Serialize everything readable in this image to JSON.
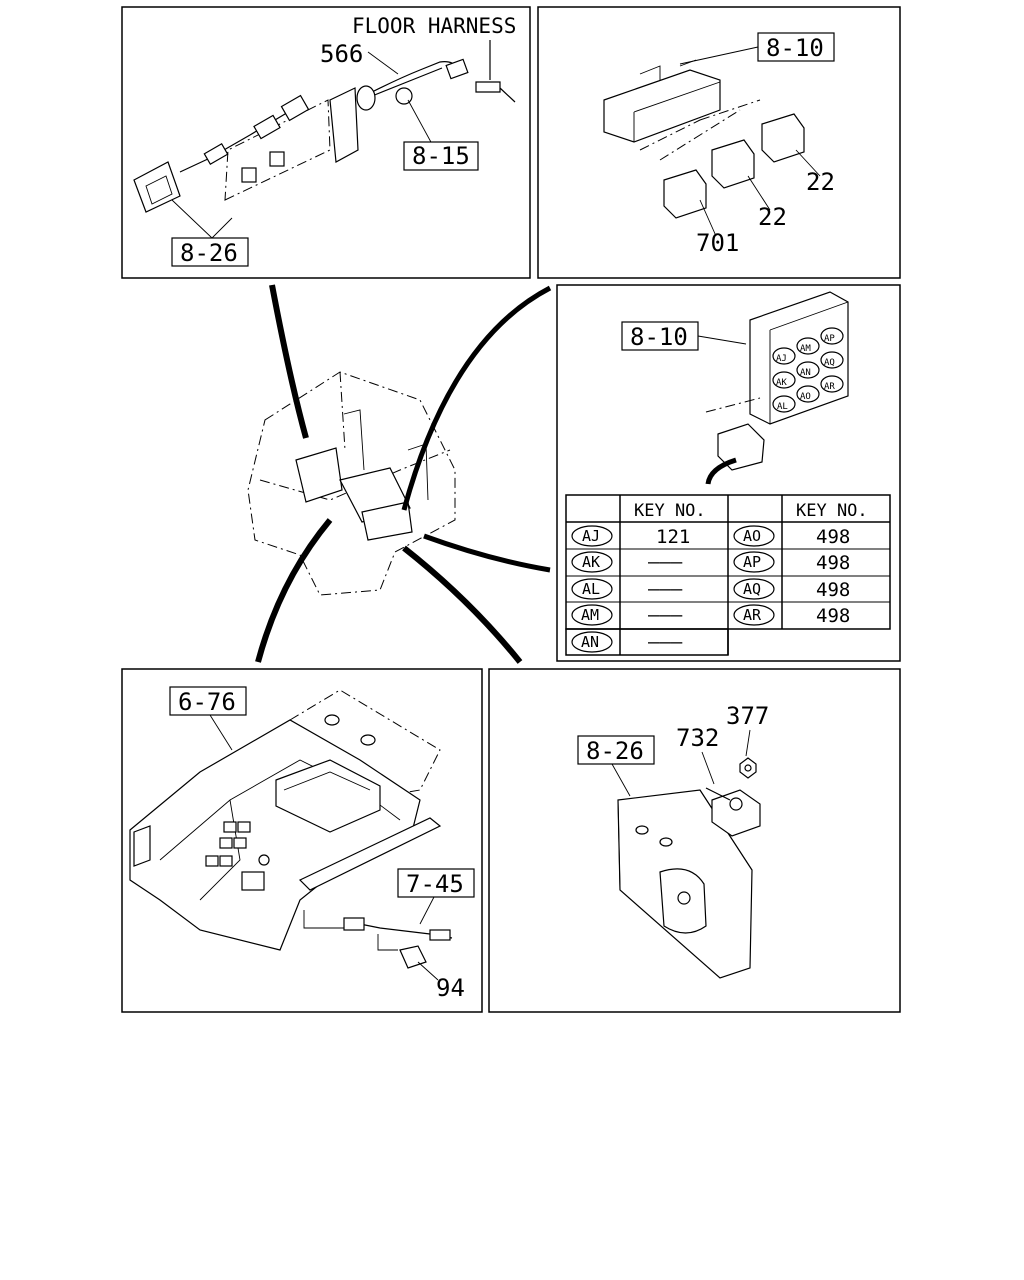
{
  "top_left": {
    "floor_harness": "FLOOR HARNESS",
    "part_566": "566",
    "ref_8_15": "8-15",
    "ref_8_26": "8-26"
  },
  "top_right": {
    "ref_8_10": "8-10",
    "part_22a": "22",
    "part_22b": "22",
    "part_701": "701"
  },
  "mid_right": {
    "ref_8_10": "8-10",
    "relay_tags": [
      "AJ",
      "AM",
      "AP",
      "AK",
      "AN",
      "AQ",
      "AL",
      "AO",
      "AR"
    ],
    "key_table": {
      "header_blank": "",
      "header_key": "KEY NO.",
      "rows": [
        {
          "l_code": "AJ",
          "l_key": "121",
          "r_code": "AO",
          "r_key": "498"
        },
        {
          "l_code": "AK",
          "l_key": "———",
          "r_code": "AP",
          "r_key": "498"
        },
        {
          "l_code": "AL",
          "l_key": "———",
          "r_code": "AQ",
          "r_key": "498"
        },
        {
          "l_code": "AM",
          "l_key": "———",
          "r_code": "AR",
          "r_key": "498"
        },
        {
          "l_code": "AN",
          "l_key": "———"
        }
      ]
    }
  },
  "bottom_left": {
    "ref_6_76": "6-76",
    "ref_7_45": "7-45",
    "part_94": "94"
  },
  "bottom_right": {
    "ref_8_26": "8-26",
    "part_732": "732",
    "part_377": "377"
  }
}
